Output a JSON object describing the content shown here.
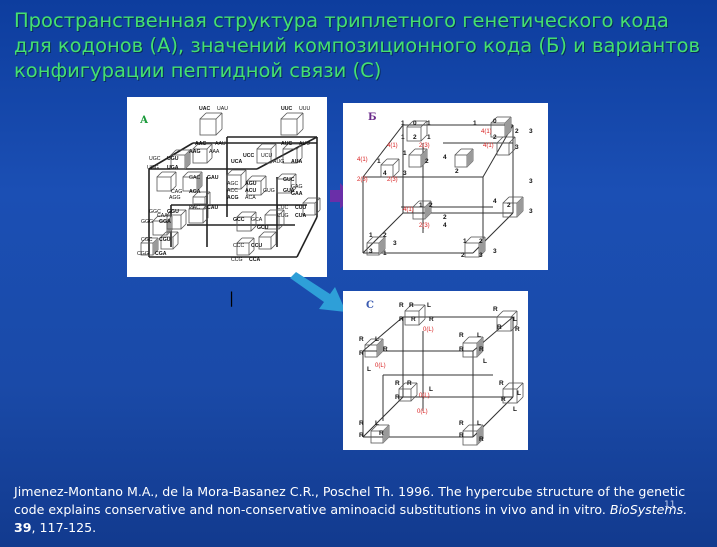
{
  "title": "Пространственная структура триплетного генетического кода для кодонов (А), значений композиционного кода (Б) и вариантов конфигурации пептидной связи (С)",
  "panels": {
    "a": {
      "label": "А",
      "codons": [
        "UAC",
        "UAU",
        "UUC",
        "UUU",
        "AAC",
        "AAU",
        "AUC",
        "AUU",
        "AAG",
        "AAA",
        "UCC",
        "UCU",
        "UCA",
        "AUG",
        "AUA",
        "UGC",
        "UGU",
        "GAC",
        "GAU",
        "UGG",
        "UGA",
        "AGC",
        "AGU",
        "ACC",
        "ACU",
        "GUG",
        "GUA",
        "CAG",
        "AGA",
        "AGG",
        "ACG",
        "ACA",
        "GUC",
        "GAG",
        "GAA",
        "GGC",
        "GGU",
        "CAC",
        "CAU",
        "CUC",
        "CUU",
        "GGG",
        "GGA",
        "CUG",
        "CUA",
        "CGC",
        "CGU",
        "CAA",
        "GCC",
        "GCA",
        "GCU",
        "CCC",
        "CCU",
        "CGG",
        "CGA",
        "CCG",
        "CCA"
      ]
    },
    "b": {
      "label": "Б",
      "red_values": [
        "4(1)",
        "4(1)",
        "4(1)",
        "2(3)",
        "4(1)",
        "2(3)",
        "4(1)",
        "2(3)",
        "2(3)"
      ],
      "black_values": [
        "0",
        "1",
        "2",
        "3",
        "4"
      ]
    },
    "c": {
      "label": "C",
      "red_values": [
        "0(L)",
        "0(L)",
        "0(L)",
        "0(L)"
      ],
      "black_values": [
        "R",
        "L",
        "0"
      ]
    }
  },
  "cursor_mark": "|",
  "citation": {
    "text": "Jimenez-Montano M.A., de la Mora-Basanez C.R., Poschel Th. 1996. The hypercube structure of the genetic code explains conservative and non-conservative aminoacid substitutions in vivo and in vitro.",
    "journal": "BioSystems.",
    "volume": "39",
    "pages": ", 117-125."
  },
  "slide_number": "11",
  "colors": {
    "title": "#44e070",
    "background": "#1a4aa8",
    "arrow_right": "#6a2fa8",
    "arrow_down": "#2e9fd8",
    "red_value": "#d81e1e",
    "panel_a_label": "#1a9a3a",
    "panel_b_label": "#6a2a8a",
    "panel_c_label": "#3a5ab0"
  },
  "icons": [
    "arrow-right-icon",
    "arrow-down-icon"
  ]
}
